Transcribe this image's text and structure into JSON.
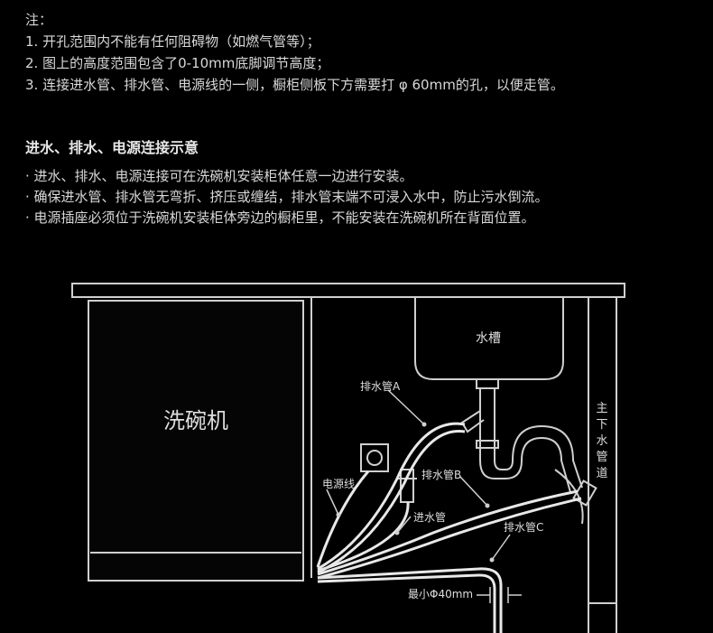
{
  "notes": {
    "header": "注：",
    "items": [
      "1. 开孔范围内不能有任何阻碍物（如燃气管等）；",
      "2. 图上的高度范围包含了0-10mm底脚调节高度；",
      "3.  连接进水管、排水管、电源线的一侧，橱柜侧板下方需要打 φ 60mm的孔，以便走管。"
    ]
  },
  "section": {
    "title": "进水、排水、电源连接示意",
    "bullets": [
      "· 进水、排水、电源连接可在洗碗机安装柜体任意一边进行安装。",
      "· 确保进水管、排水管无弯折、挤压或缠结，排水管末端不可浸入水中，防止污水倒流。",
      "· 电源插座必须位于洗碗机安装柜体旁边的橱柜里，不能安装在洗碗机所在背面位置。"
    ]
  },
  "diagram": {
    "dishwasher": "洗碗机",
    "sink": "水槽",
    "drain_a": "排水管A",
    "drain_b": "排水管B",
    "drain_c": "排水管C",
    "power_cord": "电源线",
    "inlet_hose": "进水管",
    "main_drain": [
      "主",
      "下",
      "水",
      "管",
      "道"
    ],
    "min_diameter": "最小Φ40mm"
  }
}
